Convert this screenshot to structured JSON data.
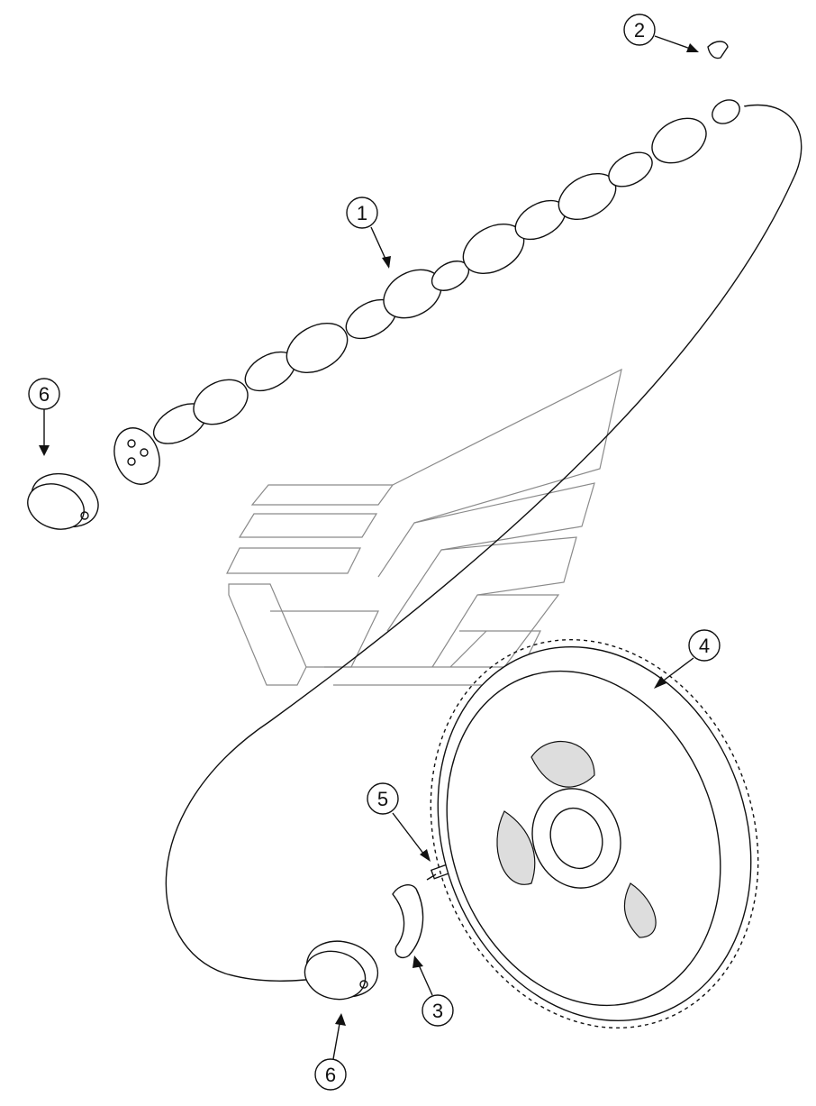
{
  "callouts": [
    {
      "id": "1",
      "part": "camshaft"
    },
    {
      "id": "2",
      "part": "woodruff-key"
    },
    {
      "id": "3",
      "part": "thrust-plate"
    },
    {
      "id": "4",
      "part": "camshaft-gear"
    },
    {
      "id": "5",
      "part": "bolt"
    },
    {
      "id": "6",
      "part": "camshaft-bushing"
    }
  ],
  "colors": {
    "line": "#111111",
    "watermark": "#8a8a8a",
    "background": "#ffffff"
  }
}
